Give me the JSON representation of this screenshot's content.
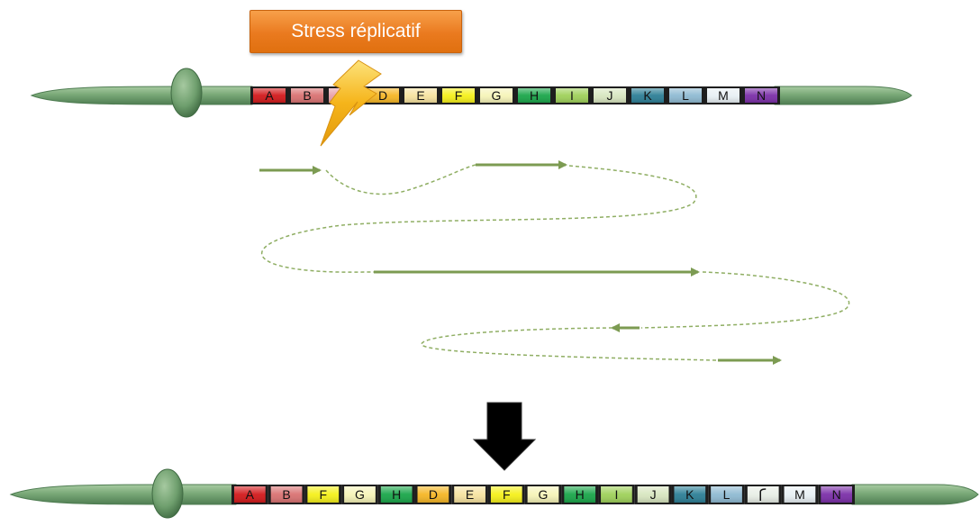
{
  "stress_label": "Stress réplicatif",
  "top_chromosome": {
    "genes": [
      {
        "label": "A",
        "color": "#d2191b"
      },
      {
        "label": "B",
        "color": "#d97272"
      },
      {
        "label": "",
        "color": "#e8a0a8"
      },
      {
        "label": "D",
        "color": "#f5b625"
      },
      {
        "label": "E",
        "color": "#f7e3a0"
      },
      {
        "label": "F",
        "color": "#f5f01a"
      },
      {
        "label": "G",
        "color": "#f6f4b8"
      },
      {
        "label": "H",
        "color": "#1aa64a"
      },
      {
        "label": "I",
        "color": "#9fd15a"
      },
      {
        "label": "J",
        "color": "#d8e6c0"
      },
      {
        "label": "K",
        "color": "#2d7f96"
      },
      {
        "label": "L",
        "color": "#8fbad2"
      },
      {
        "label": "M",
        "color": "#e8f0f4"
      },
      {
        "label": "N",
        "color": "#7b2fa8"
      }
    ]
  },
  "bottom_chromosome": {
    "genes": [
      {
        "label": "A",
        "color": "#d2191b"
      },
      {
        "label": "B",
        "color": "#d97272"
      },
      {
        "label": "F",
        "color": "#f5f01a"
      },
      {
        "label": "G",
        "color": "#f6f4b8"
      },
      {
        "label": "H",
        "color": "#1aa64a"
      },
      {
        "label": "D",
        "color": "#f5b625"
      },
      {
        "label": "E",
        "color": "#f7e3a0"
      },
      {
        "label": "F",
        "color": "#f5f01a"
      },
      {
        "label": "G",
        "color": "#f6f4b8"
      },
      {
        "label": "H",
        "color": "#1aa64a"
      },
      {
        "label": "I",
        "color": "#9fd15a"
      },
      {
        "label": "J",
        "color": "#d8e6c0"
      },
      {
        "label": "K",
        "color": "#2d7f96"
      },
      {
        "label": "L",
        "color": "#8fbad2"
      },
      {
        "label": "",
        "color": "#e8eee6"
      },
      {
        "label": "M",
        "color": "#e8f0f4"
      },
      {
        "label": "N",
        "color": "#7b2fa8"
      }
    ]
  },
  "colors": {
    "chromosome": "#7aa978",
    "chromosome_dark": "#4f7d52",
    "centromere": "#6f9f6e",
    "strand": "#7c9b52",
    "lightning": "#f5b41a",
    "down_arrow": "#000000"
  }
}
